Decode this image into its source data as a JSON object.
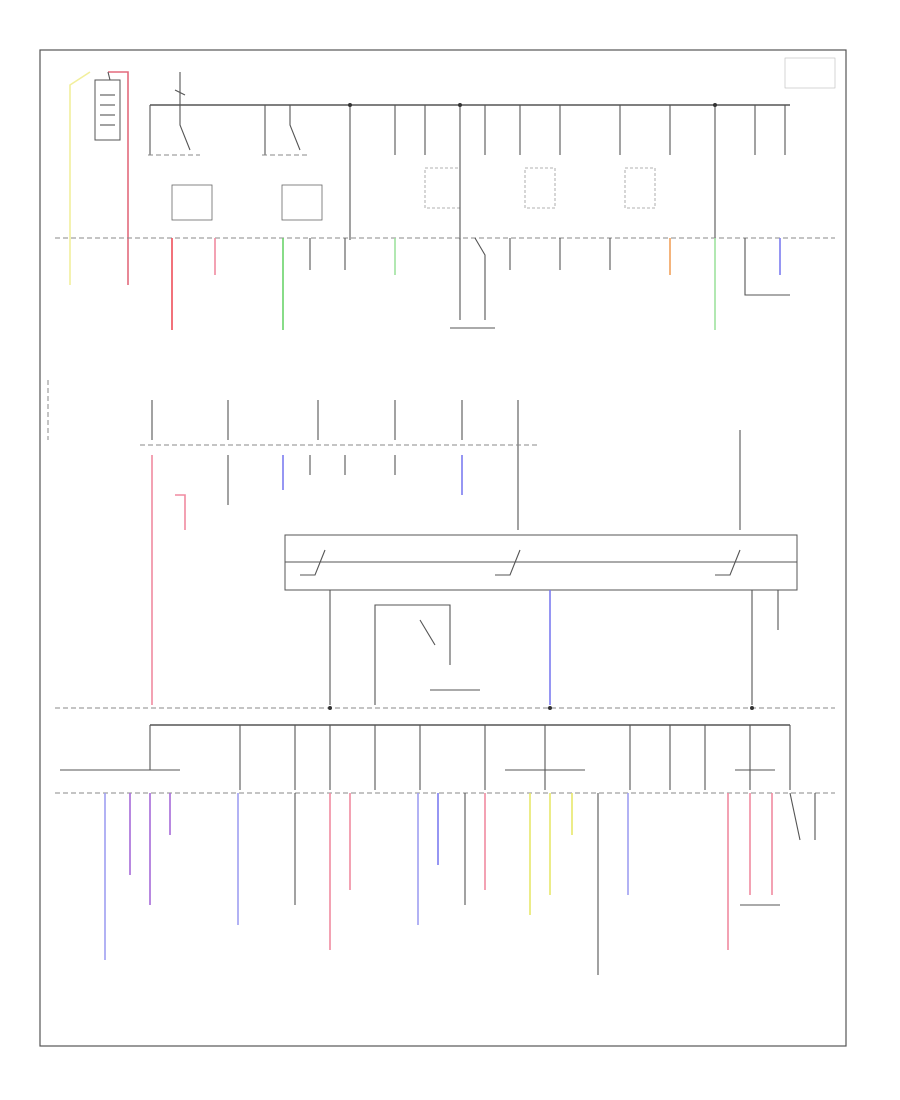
{
  "diagram": {
    "title_block": "",
    "footer_code": "",
    "colored_wires": [
      {
        "name": "battery-feed",
        "color": "#f2ef9c"
      },
      {
        "name": "fusible-link",
        "color": "#e36a7d"
      },
      {
        "name": "fuse-red",
        "color": "#ef4f5a"
      },
      {
        "name": "fuse-pink",
        "color": "#f08aa0"
      },
      {
        "name": "fuse-green",
        "color": "#6ad36a"
      },
      {
        "name": "fuse-light-green",
        "color": "#9fe39f"
      },
      {
        "name": "fuse-orange",
        "color": "#f2a15b"
      },
      {
        "name": "fuse-blue",
        "color": "#7b7bf0"
      },
      {
        "name": "fuse-violet",
        "color": "#a66ad8"
      },
      {
        "name": "fuse-yellow",
        "color": "#e8e86a"
      }
    ]
  }
}
